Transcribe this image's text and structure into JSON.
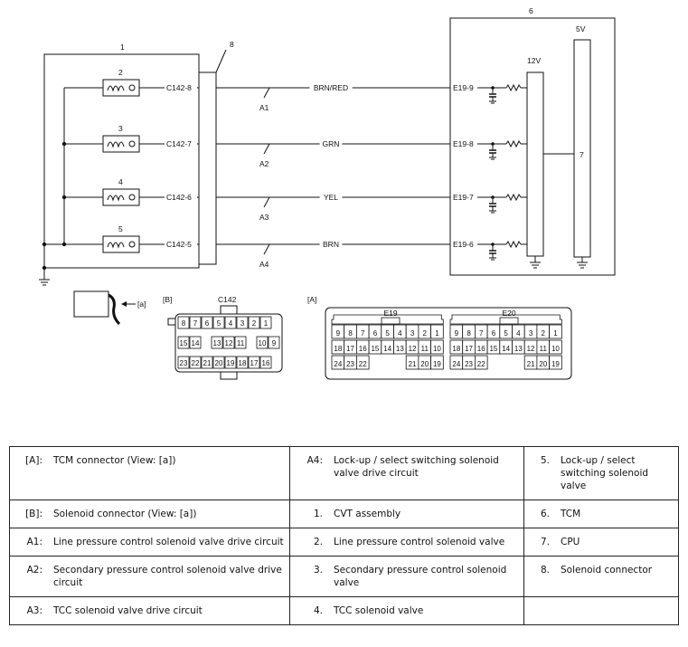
{
  "diagram": {
    "component_numbers": {
      "cvt": "1",
      "sol2": "2",
      "sol3": "3",
      "sol4": "4",
      "sol5": "5",
      "tcm": "6",
      "cpu": "7",
      "conn": "8"
    },
    "voltages": {
      "v12": "12V",
      "v5": "5V"
    },
    "terminals_c142": [
      "C142-8",
      "C142-7",
      "C142-6",
      "C142-5"
    ],
    "terminals_e19": [
      "E19-9",
      "E19-8",
      "E19-7",
      "E19-6"
    ],
    "wire_colors": [
      "BRN/RED",
      "GRN",
      "YEL",
      "BRN"
    ],
    "circuits": [
      "A1",
      "A2",
      "A3",
      "A4"
    ],
    "view_arrow": "[a]",
    "view_b": {
      "tag": "[B]",
      "connector": "C142",
      "row1": [
        "8",
        "7",
        "6",
        "5",
        "4",
        "3",
        "2",
        "1"
      ],
      "row2": [
        "15",
        "14",
        "13",
        "12",
        "11",
        "10",
        "9"
      ],
      "row3": [
        "23",
        "22",
        "21",
        "20",
        "19",
        "18",
        "17",
        "16"
      ]
    },
    "view_a": {
      "tag": "[A]",
      "e19": {
        "name": "E19",
        "row1": [
          "9",
          "8",
          "7",
          "6",
          "5",
          "4",
          "3",
          "2",
          "1"
        ],
        "row2": [
          "18",
          "17",
          "16",
          "15",
          "14",
          "13",
          "12",
          "11",
          "10"
        ],
        "row3": [
          "24",
          "23",
          "22",
          "21",
          "20",
          "19"
        ]
      },
      "e20": {
        "name": "E20",
        "row1": [
          "9",
          "8",
          "7",
          "6",
          "5",
          "4",
          "3",
          "2",
          "1"
        ],
        "row2": [
          "18",
          "17",
          "16",
          "15",
          "14",
          "13",
          "12",
          "11",
          "10"
        ],
        "row3": [
          "24",
          "23",
          "22",
          "21",
          "20",
          "19"
        ]
      }
    }
  },
  "legend": [
    [
      {
        "k": "[A]:",
        "v": "TCM connector (View: [a])"
      },
      {
        "k": "A4:",
        "v": "Lock-up / select switching solenoid valve drive circuit"
      },
      {
        "k": "5.",
        "v": "Lock-up / select switching solenoid valve"
      }
    ],
    [
      {
        "k": "[B]:",
        "v": "Solenoid connector (View: [a])"
      },
      {
        "k": "1.",
        "v": "CVT assembly"
      },
      {
        "k": "6.",
        "v": "TCM"
      }
    ],
    [
      {
        "k": "A1:",
        "v": "Line pressure control solenoid valve drive circuit"
      },
      {
        "k": "2.",
        "v": "Line pressure control solenoid valve"
      },
      {
        "k": "7.",
        "v": "CPU"
      }
    ],
    [
      {
        "k": "A2:",
        "v": "Secondary pressure control solenoid valve drive circuit"
      },
      {
        "k": "3.",
        "v": "Secondary pressure control solenoid valve"
      },
      {
        "k": "8.",
        "v": "Solenoid connector"
      }
    ],
    [
      {
        "k": "A3:",
        "v": "TCC solenoid valve drive circuit"
      },
      {
        "k": "4.",
        "v": "TCC solenoid valve"
      },
      {
        "k": "",
        "v": ""
      }
    ]
  ]
}
